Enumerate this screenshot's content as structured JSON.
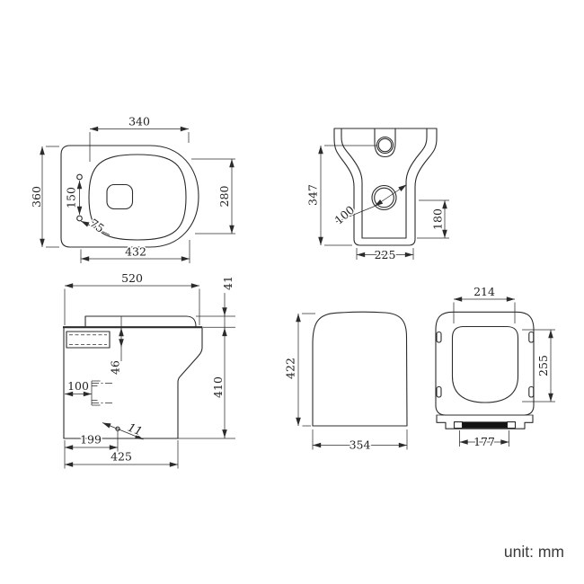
{
  "colors": {
    "line": "#2b2b2b",
    "background": "#ffffff",
    "hinge_bar": "#121212",
    "note_text": "#3a3a3a"
  },
  "views": {
    "pan_top": {
      "dims": {
        "d340": "340",
        "d360": "360",
        "d150": "150",
        "d75": "75",
        "d280": "280",
        "d432": "432"
      }
    },
    "pan_rear": {
      "dims": {
        "d347": "347",
        "d100": "100",
        "d180": "180",
        "d225": "225"
      }
    },
    "pan_side": {
      "dims": {
        "d520": "520",
        "d41": "41",
        "d46": "46",
        "d100": "100",
        "d11": "11",
        "d410": "410",
        "d199": "199",
        "d425": "425"
      }
    },
    "cistern_side": {
      "dims": {
        "d422": "422",
        "d354": "354"
      }
    },
    "seat_front": {
      "dims": {
        "d214": "214",
        "d255": "255",
        "d177": "177"
      }
    }
  },
  "footer": {
    "unit_label": "unit: mm"
  }
}
